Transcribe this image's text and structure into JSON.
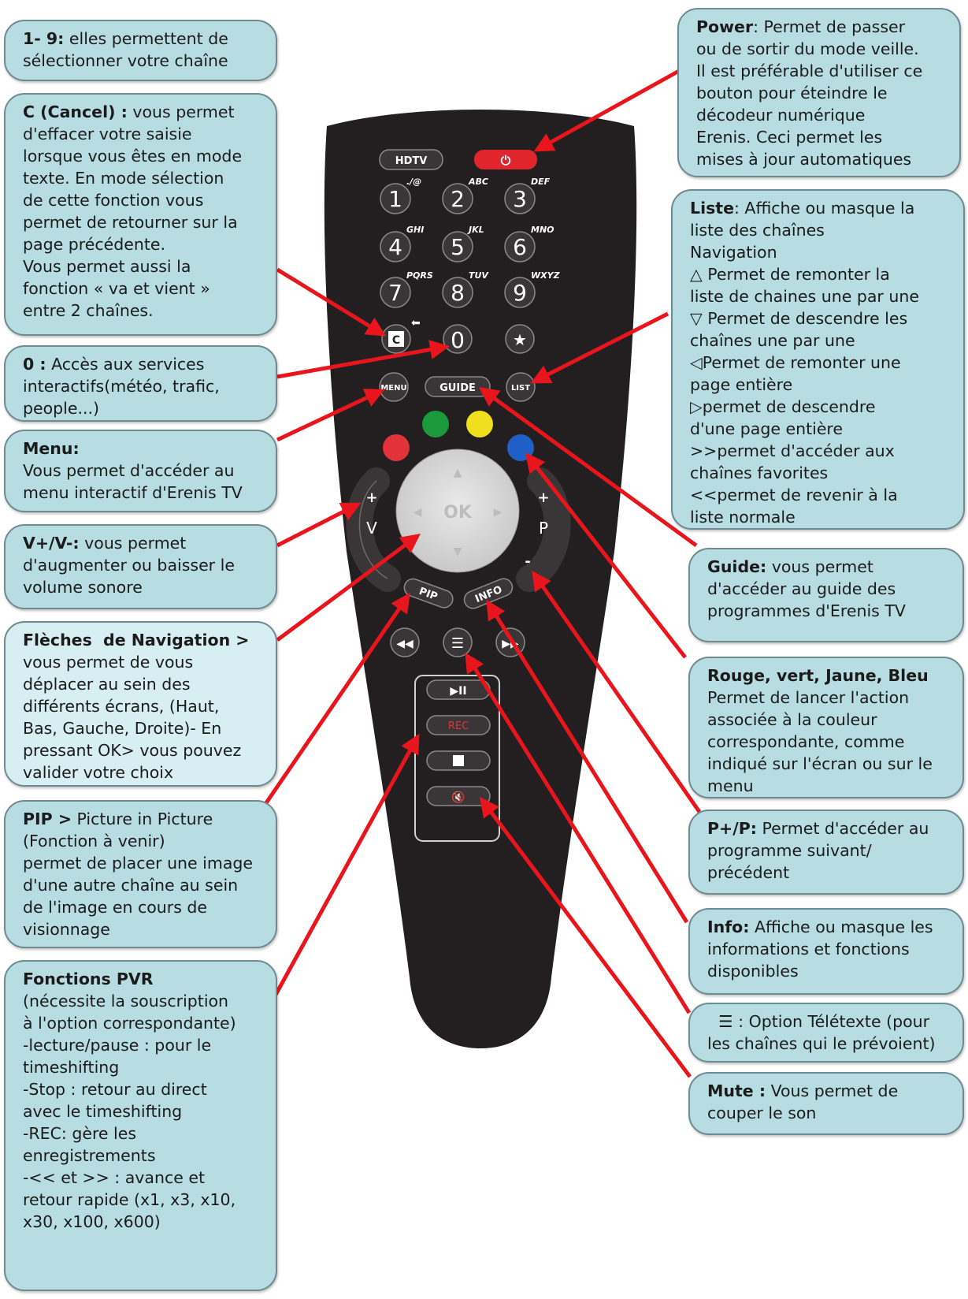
{
  "remote": {
    "hdtv": "HDTV",
    "power": "⏻",
    "keys": [
      {
        "num": "1",
        "sub": "./@"
      },
      {
        "num": "2",
        "sub": "ABC"
      },
      {
        "num": "3",
        "sub": "DEF"
      },
      {
        "num": "4",
        "sub": "GHI"
      },
      {
        "num": "5",
        "sub": "JKL"
      },
      {
        "num": "6",
        "sub": "MNO"
      },
      {
        "num": "7",
        "sub": "PQRS"
      },
      {
        "num": "8",
        "sub": "TUV"
      },
      {
        "num": "9",
        "sub": "WXYZ"
      }
    ],
    "c_key": "C",
    "zero": "0",
    "star": "★",
    "menu": "MENU",
    "guide": "GUIDE",
    "list": "LIST",
    "ok": "OK",
    "plus": "+",
    "minus": "-",
    "v": "V",
    "p": "P",
    "pip": "PIP",
    "info": "INFO",
    "play_pause": "▶II",
    "rec": "REC",
    "colors": {
      "red": "#e2323a",
      "green": "#1a9a3a",
      "yellow": "#f1df1e",
      "blue": "#1f5fc6",
      "power": "#e0262c",
      "body": "#231f20"
    }
  },
  "left_boxes": [
    {
      "lines": [
        {
          "b": "1- 9:",
          "t": " elles permettent de"
        },
        {
          "t": "sélectionner votre chaîne"
        }
      ]
    },
    {
      "lines": [
        {
          "b": "C (Cancel) :",
          "t": " vous permet"
        },
        {
          "t": "d'effacer votre saisie"
        },
        {
          "t": "lorsque vous êtes en mode"
        },
        {
          "t": "texte. En mode sélection"
        },
        {
          "t": "de cette fonction vous"
        },
        {
          "t": "permet de retourner sur la"
        },
        {
          "t": "page précédente."
        },
        {
          "t": "Vous permet aussi la"
        },
        {
          "t": "fonction « va et vient »"
        },
        {
          "t": "entre 2 chaînes."
        }
      ]
    },
    {
      "lines": [
        {
          "b": "0 :",
          "t": " Accès aux services"
        },
        {
          "t": "interactifs(météo, trafic,"
        },
        {
          "t": "people...)"
        }
      ]
    },
    {
      "lines": [
        {
          "b": "Menu:"
        },
        {
          "t": "Vous permet d'accéder au"
        },
        {
          "t": "menu interactif d'Erenis TV"
        }
      ]
    },
    {
      "lines": [
        {
          "b": "V+/V-:",
          "t": " vous permet"
        },
        {
          "t": "d'augmenter ou baisser le"
        },
        {
          "t": "volume sonore"
        }
      ]
    },
    {
      "lines": [
        {
          "b": "Flèches  de Navigation >"
        },
        {
          "t": "vous permet de vous"
        },
        {
          "t": "déplacer au sein des"
        },
        {
          "t": "différents écrans, (Haut,"
        },
        {
          "t": "Bas, Gauche, Droite)- En"
        },
        {
          "t": "pressant OK> vous pouvez"
        },
        {
          "t": "valider votre choix"
        }
      ]
    },
    {
      "lines": [
        {
          "b": "PIP >",
          "t": " Picture in Picture"
        },
        {
          "t": "(Fonction à venir)"
        },
        {
          "t": "permet de placer une image"
        },
        {
          "t": "d'une autre chaîne au sein"
        },
        {
          "t": "de l'image en cours de"
        },
        {
          "t": "visionnage"
        }
      ]
    },
    {
      "lines": [
        {
          "b": "Fonctions PVR"
        },
        {
          "t": "(nécessite la souscription"
        },
        {
          "t": "à l'option correspondante)"
        },
        {
          "t": "-lecture/pause : pour le"
        },
        {
          "t": "timeshifting"
        },
        {
          "t": "-Stop : retour au direct"
        },
        {
          "t": "avec le timeshifting"
        },
        {
          "t": "-REC: gère les"
        },
        {
          "t": "enregistrements"
        },
        {
          "t": "-<< et >> : avance et"
        },
        {
          "t": "retour rapide (x1, x3, x10,"
        },
        {
          "t": "x30, x100, x600)"
        }
      ]
    }
  ],
  "right_boxes": [
    {
      "lines": [
        {
          "b": "Power",
          "t": ": Permet de passer"
        },
        {
          "t": "ou de sortir du mode veille."
        },
        {
          "t": "Il est préférable d'utiliser ce"
        },
        {
          "t": "bouton pour éteindre le"
        },
        {
          "t": "décodeur numérique"
        },
        {
          "t": "Erenis. Ceci permet les"
        },
        {
          "t": "mises à jour automatiques"
        }
      ]
    },
    {
      "lines": [
        {
          "b": "Liste",
          "t": ": Affiche ou masque la"
        },
        {
          "t": "liste des chaînes"
        },
        {
          "t": "Navigation"
        },
        {
          "t": "△ Permet de remonter la"
        },
        {
          "t": "liste de chaines une par une"
        },
        {
          "t": "▽ Permet de descendre les"
        },
        {
          "t": "chaînes une par une"
        },
        {
          "t": "◁Permet de remonter une"
        },
        {
          "t": "page entière"
        },
        {
          "t": "▷permet de descendre"
        },
        {
          "t": "d'une page entière"
        },
        {
          "t": ">>permet d'accéder aux"
        },
        {
          "t": "chaînes favorites"
        },
        {
          "t": "<<permet de revenir à la"
        },
        {
          "t": "liste normale"
        }
      ]
    },
    {
      "lines": [
        {
          "b": "Guide:",
          "t": " vous permet"
        },
        {
          "t": "d'accéder au guide des"
        },
        {
          "t": "programmes d'Erenis TV"
        }
      ]
    },
    {
      "lines": [
        {
          "b": "Rouge, vert, Jaune, Bleu"
        },
        {
          "t": "Permet de lancer l'action"
        },
        {
          "t": "associée à la couleur"
        },
        {
          "t": "correspondante, comme"
        },
        {
          "t": "indiqué sur l'écran ou sur le"
        },
        {
          "t": "menu"
        }
      ]
    },
    {
      "lines": [
        {
          "b": "P+/P:",
          "t": " Permet d'accéder au"
        },
        {
          "t": "programme suivant/"
        },
        {
          "t": "précédent"
        }
      ]
    },
    {
      "lines": [
        {
          "b": "Info:",
          "t": " Affiche ou masque les"
        },
        {
          "t": "informations et fonctions"
        },
        {
          "t": "disponibles"
        }
      ]
    },
    {
      "lines": [
        {
          "b": "  ☰",
          "t": " : Option Télétexte (pour"
        },
        {
          "t": "les chaînes qui le prévoient)"
        }
      ]
    },
    {
      "lines": [
        {
          "b": "Mute :",
          "t": " Vous permet de"
        },
        {
          "t": "couper le son"
        }
      ]
    }
  ]
}
